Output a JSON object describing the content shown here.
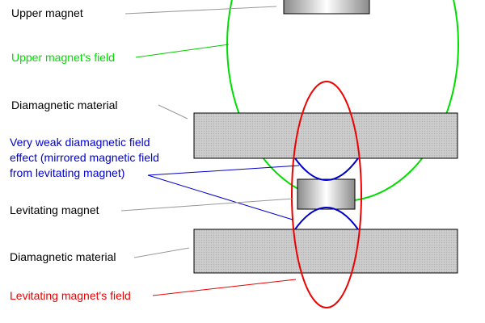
{
  "labels": {
    "upper_magnet": "Upper magnet",
    "upper_field": "Upper magnet's field",
    "diamagnetic_top": "Diamagnetic material",
    "weak_effect_line1": "Very weak diamagnetic field",
    "weak_effect_line2": "effect (mirrored magnetic field",
    "weak_effect_line3": "from levitating magnet)",
    "levitating_magnet": "Levitating magnet",
    "diamagnetic_bottom": "Diamagnetic material",
    "levitating_field": "Levitating magnet's field"
  },
  "colors": {
    "black_text": "#000000",
    "upper_field": "#00dd00",
    "levitating_field": "#ee0000",
    "weak_effect": "#0000cc",
    "pointer_gray": "#999999",
    "material_fill": "#c4c4c4",
    "outline": "#000000"
  }
}
